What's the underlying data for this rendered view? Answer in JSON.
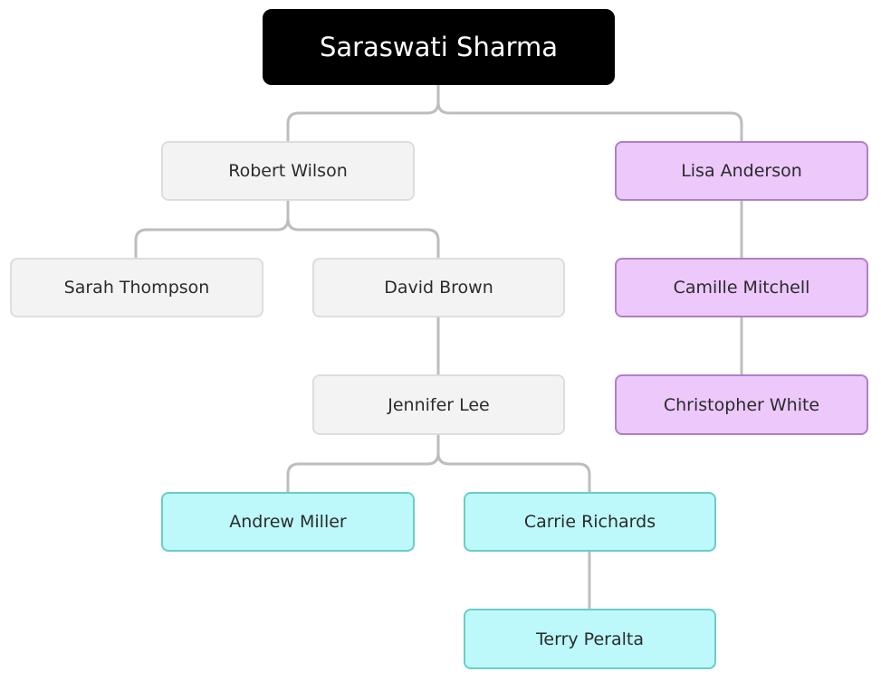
{
  "org_chart": {
    "root": "Saraswati Sharma",
    "nodes": {
      "robert_wilson": "Robert Wilson",
      "lisa_anderson": "Lisa Anderson",
      "sarah_thompson": "Sarah Thompson",
      "david_brown": "David Brown",
      "camille_mitchell": "Camille Mitchell",
      "jennifer_lee": "Jennifer Lee",
      "christopher_white": "Christopher White",
      "andrew_miller": "Andrew Miller",
      "carrie_richards": "Carrie Richards",
      "terry_peralta": "Terry Peralta"
    },
    "relationships": [
      [
        "Saraswati Sharma",
        "Robert Wilson"
      ],
      [
        "Saraswati Sharma",
        "Lisa Anderson"
      ],
      [
        "Robert Wilson",
        "Sarah Thompson"
      ],
      [
        "Robert Wilson",
        "David Brown"
      ],
      [
        "David Brown",
        "Jennifer Lee"
      ],
      [
        "Jennifer Lee",
        "Andrew Miller"
      ],
      [
        "Jennifer Lee",
        "Carrie Richards"
      ],
      [
        "Carrie Richards",
        "Terry Peralta"
      ],
      [
        "Lisa Anderson",
        "Camille Mitchell"
      ],
      [
        "Camille Mitchell",
        "Christopher White"
      ]
    ]
  },
  "colors": {
    "root_fill": "#000000",
    "root_text": "#ffffff",
    "default_fill": "#f3f3f3",
    "default_border": "#dddddd",
    "purple_fill": "#ecc8fb",
    "purple_border": "#b07fc7",
    "cyan_fill": "#bdf9fb",
    "cyan_border": "#6acdc5",
    "connector": "#bdbdbd"
  }
}
